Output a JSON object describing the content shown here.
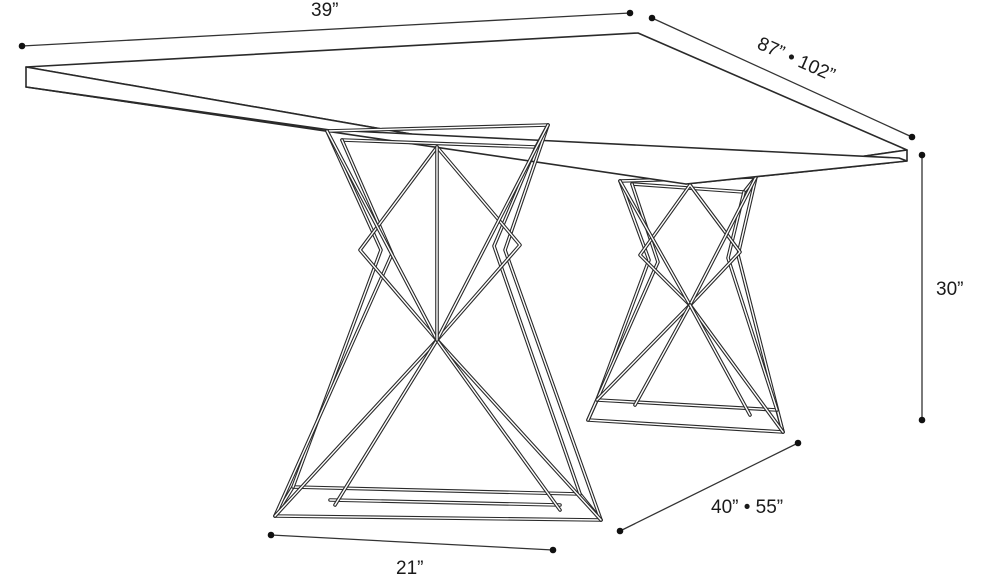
{
  "dimensions": {
    "top_width": "39”",
    "length": "87” • 102”",
    "height": "30”",
    "base_spacing": "40” • 55”",
    "base_width": "21”"
  },
  "colors": {
    "line": "#2a2a2a",
    "background": "#ffffff"
  }
}
